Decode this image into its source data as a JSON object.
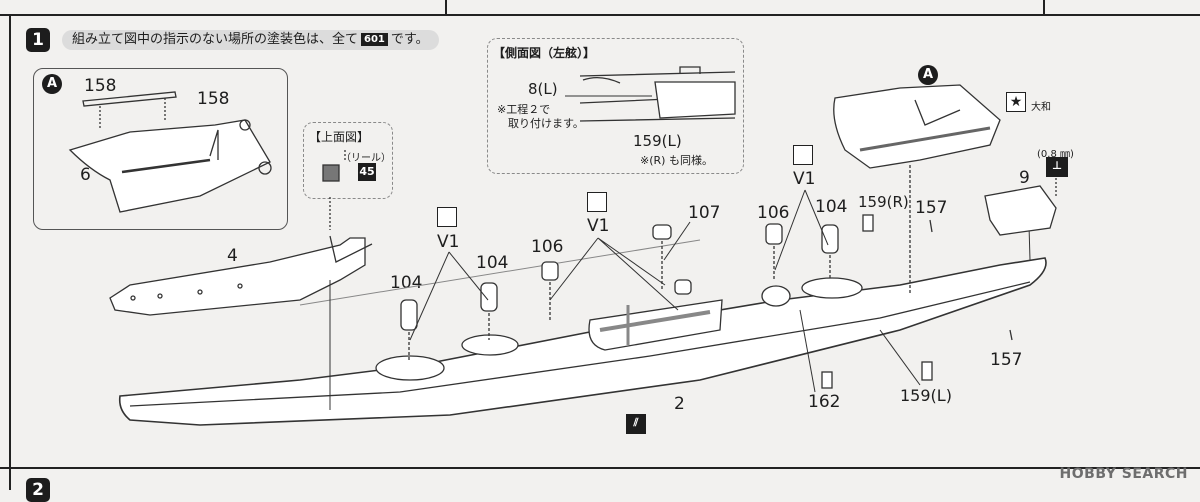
{
  "instructions": {
    "step_number": "1",
    "next_step_number": "2",
    "note_prefix": "組み立て図中の指示のない場所の塗装色は、全て",
    "note_code": "601",
    "note_suffix": "です。"
  },
  "inset_a": {
    "marker": "A",
    "part_158_top": "158",
    "part_158_mid": "158",
    "part_6": "6"
  },
  "top_view": {
    "title": "【上面図】",
    "reel_label": "（リール）",
    "paint_code": "45"
  },
  "side_view": {
    "title": "【側面図（左舷）】",
    "part_8": "8(L)",
    "note_line1": "※工程２で",
    "note_line2": "取り付けます。",
    "part_159": "159(L)",
    "note_r": "※(R) も同様。"
  },
  "parts": {
    "p4": "4",
    "p104_a": "104",
    "p104_b": "104",
    "p104_c": "104",
    "v1_a": "V1",
    "v1_b": "V1",
    "v1_c": "V1",
    "p106_a": "106",
    "p106_b": "106",
    "p107": "107",
    "p159r": "159(R)",
    "p157_a": "157",
    "p157_b": "157",
    "p9": "9",
    "p2": "2",
    "p162": "162",
    "p159l": "159(L)",
    "marker_a": "A",
    "yamato": "大和",
    "drill": "(0.8 ㎜)"
  },
  "watermark": "HOBBY SEARCH"
}
